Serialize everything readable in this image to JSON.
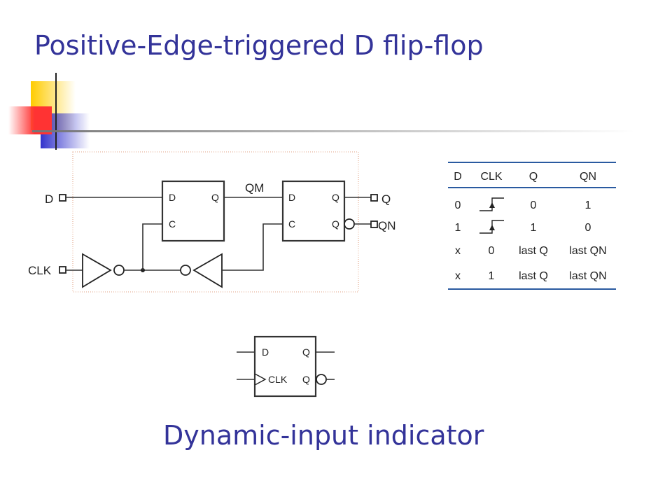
{
  "slide": {
    "title": "Positive-Edge-triggered D flip-flop",
    "caption": "Dynamic-input indicator",
    "accent_colors": {
      "title": "#333399",
      "deco_yellow": "#FFCC00",
      "deco_blue": "#3333CC",
      "deco_red": "#FF3333"
    }
  },
  "circuit": {
    "input_d": "D",
    "input_clk": "CLK",
    "internal_node": "QM",
    "output_q": "Q",
    "output_qn": "QN",
    "latch1": {
      "pin_d": "D",
      "pin_c": "C",
      "pin_q": "Q"
    },
    "latch2": {
      "pin_d": "D",
      "pin_c": "C",
      "pin_q": "Q",
      "pin_qn": "Q"
    }
  },
  "truth_table": {
    "headers": [
      "D",
      "CLK",
      "Q",
      "QN"
    ],
    "rows": [
      [
        "0",
        "rising-edge",
        "0",
        "1"
      ],
      [
        "1",
        "rising-edge",
        "1",
        "0"
      ],
      [
        "x",
        "0",
        "last Q",
        "last QN"
      ],
      [
        "x",
        "1",
        "last Q",
        "last QN"
      ]
    ]
  },
  "symbol": {
    "pin_d": "D",
    "pin_clk": "CLK",
    "pin_q": "Q",
    "pin_qn": "Q"
  }
}
